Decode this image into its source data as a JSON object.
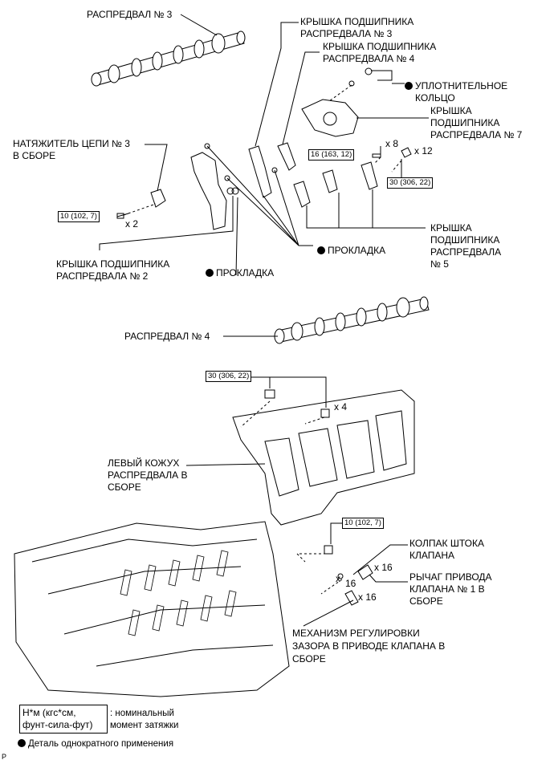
{
  "labels": {
    "camshaft3": "РАСПРЕДВАЛ № 3",
    "cap3_l1": "КРЫШКА ПОДШИПНИКА",
    "cap3_l2": "РАСПРЕДВАЛА № 3",
    "cap4_l1": "КРЫШКА ПОДШИПНИКА",
    "cap4_l2": "РАСПРЕДВАЛА № 4",
    "oring_l1": "УПЛОТНИТЕЛЬНОЕ",
    "oring_l2": "КОЛЬЦО",
    "cap7_l1": "КРЫШКА",
    "cap7_l2": "ПОДШИПНИКА",
    "cap7_l3": "РАСПРЕДВАЛА № 7",
    "tensioner_l1": "НАТЯЖИТЕЛЬ ЦЕПИ № 3",
    "tensioner_l2": "В СБОРЕ",
    "cap5_l1": "КРЫШКА",
    "cap5_l2": "ПОДШИПНИКА",
    "cap5_l3": "РАСПРЕДВАЛА",
    "cap5_l4": "№ 5",
    "gasket_right": "ПРОКЛАДКА",
    "cap2_l1": "КРЫШКА ПОДШИПНИКА",
    "cap2_l2": "РАСПРЕДВАЛА № 2",
    "gasket_left": "ПРОКЛАДКА",
    "camshaft4": "РАСПРЕДВАЛ № 4",
    "housing_l1": "ЛЕВЫЙ КОЖУХ",
    "housing_l2": "РАСПРЕДВАЛА В",
    "housing_l3": "СБОРЕ",
    "valve_cap_l1": "КОЛПАК ШТОКА",
    "valve_cap_l2": "КЛАПАНА",
    "rocker_l1": "РЫЧАГ ПРИВОДА",
    "rocker_l2": "КЛАПАНА № 1 В",
    "rocker_l3": "СБОРЕ",
    "adjuster_l1": "МЕХАНИЗМ РЕГУЛИРОВКИ",
    "adjuster_l2": "ЗАЗОРА В ПРИВОДЕ КЛАПАНА В",
    "adjuster_l3": "СБОРЕ"
  },
  "torques": {
    "t16": "16 (163, 12)",
    "t30a": "30 (306, 22)",
    "t10a": "10 (102, 7)",
    "t30b": "30 (306, 22)",
    "t10b": "10 (102, 7)"
  },
  "counts": {
    "x8": "x 8",
    "x12": "x 12",
    "x2": "x 2",
    "x4": "x 4",
    "x16a": "x 16",
    "x16b": "x",
    "x16b2": "16",
    "x16c": "x 16"
  },
  "legend": {
    "box_l1": "Н*м (кгс*см,",
    "box_l2": "фунт-сила-фут)",
    "text_l1": ": номинальный",
    "text_l2": "момент затяжки",
    "once": "Деталь однократного применения"
  },
  "page_mark": "P"
}
